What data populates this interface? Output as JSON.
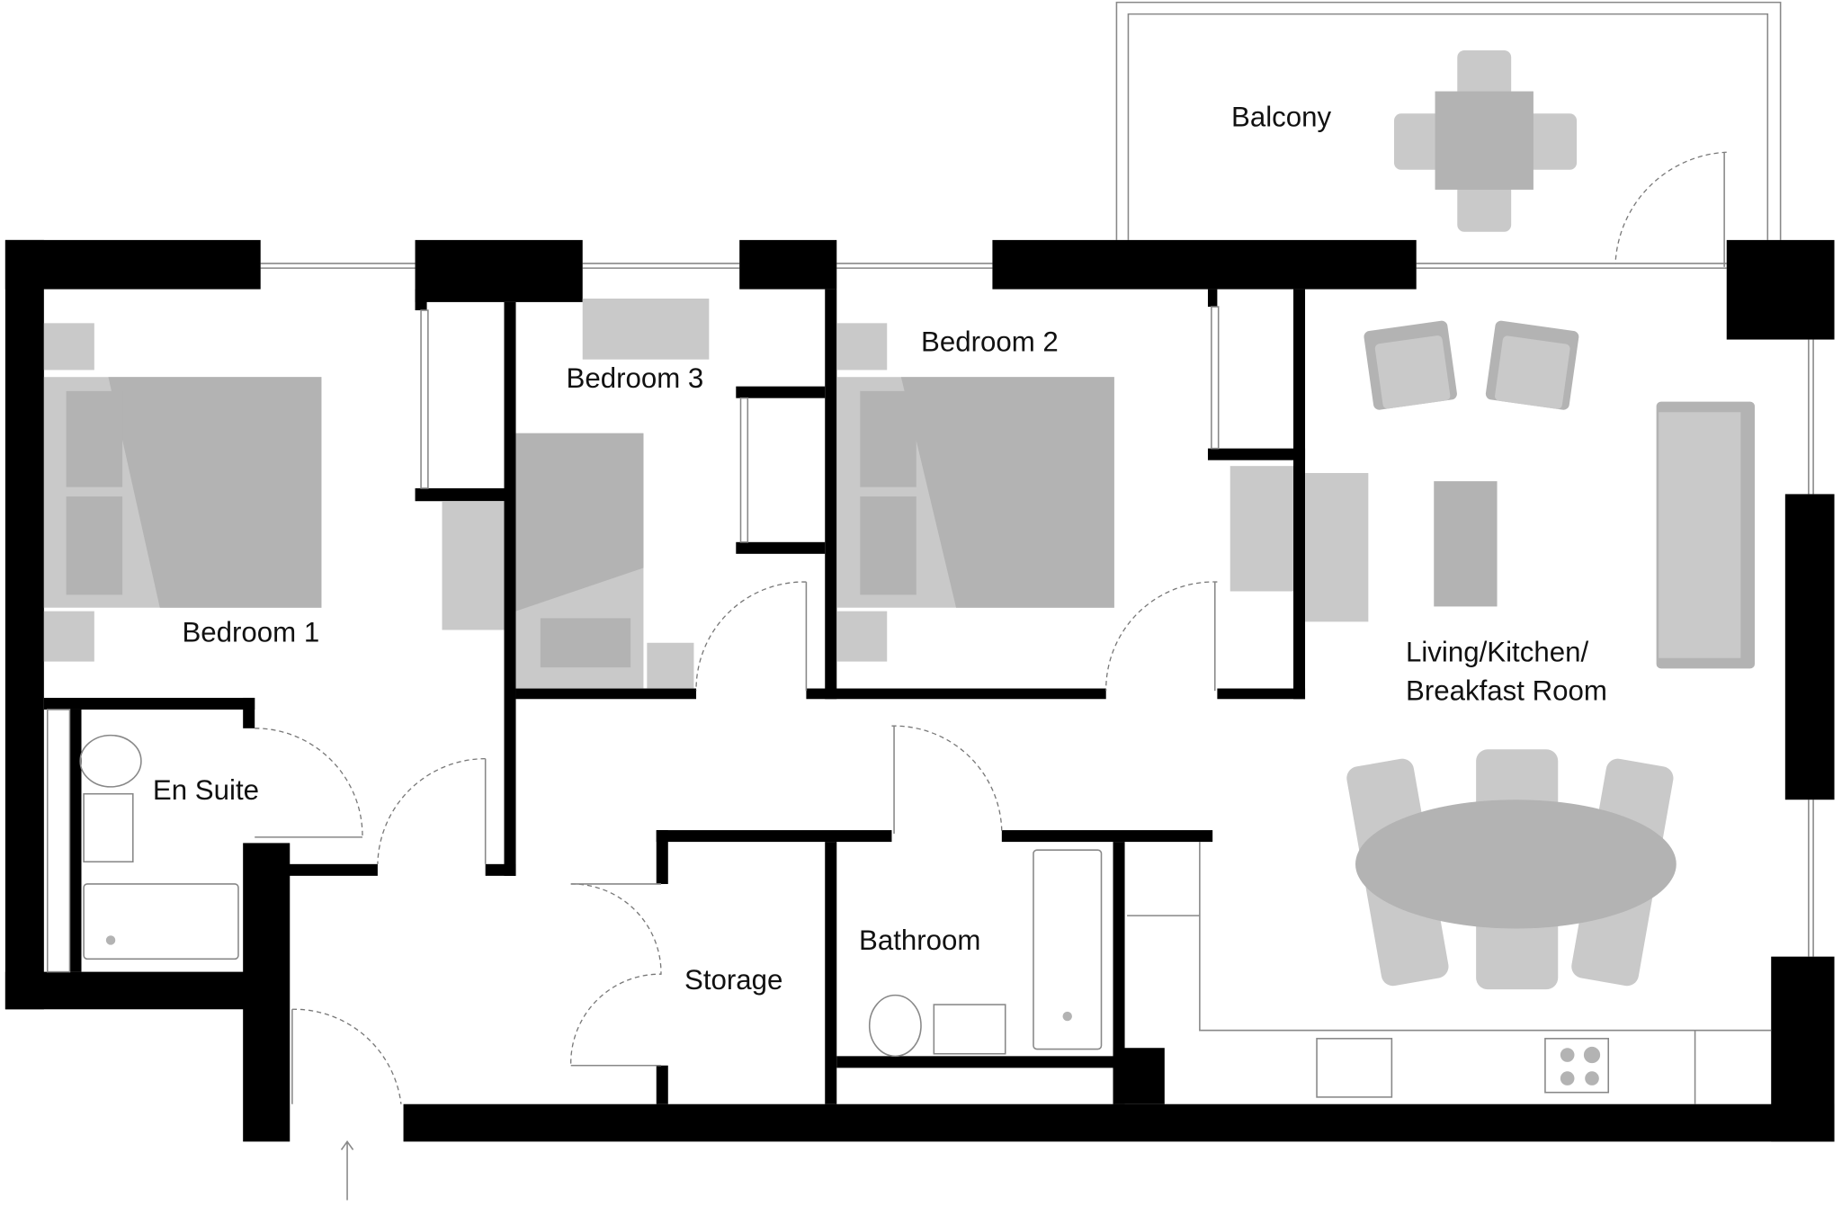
{
  "plan": {
    "rooms": {
      "balcony": "Balcony",
      "bedroom3": "Bedroom 3",
      "bedroom2": "Bedroom 2",
      "bedroom1": "Bedroom 1",
      "en_suite": "En Suite",
      "living_line1": "Living/Kitchen/",
      "living_line2": "Breakfast Room",
      "bathroom": "Bathroom",
      "storage": "Storage"
    },
    "colors": {
      "wall": "#000000",
      "furniture": "#c9c9c9",
      "furniture_dark": "#b3b3b3"
    }
  }
}
